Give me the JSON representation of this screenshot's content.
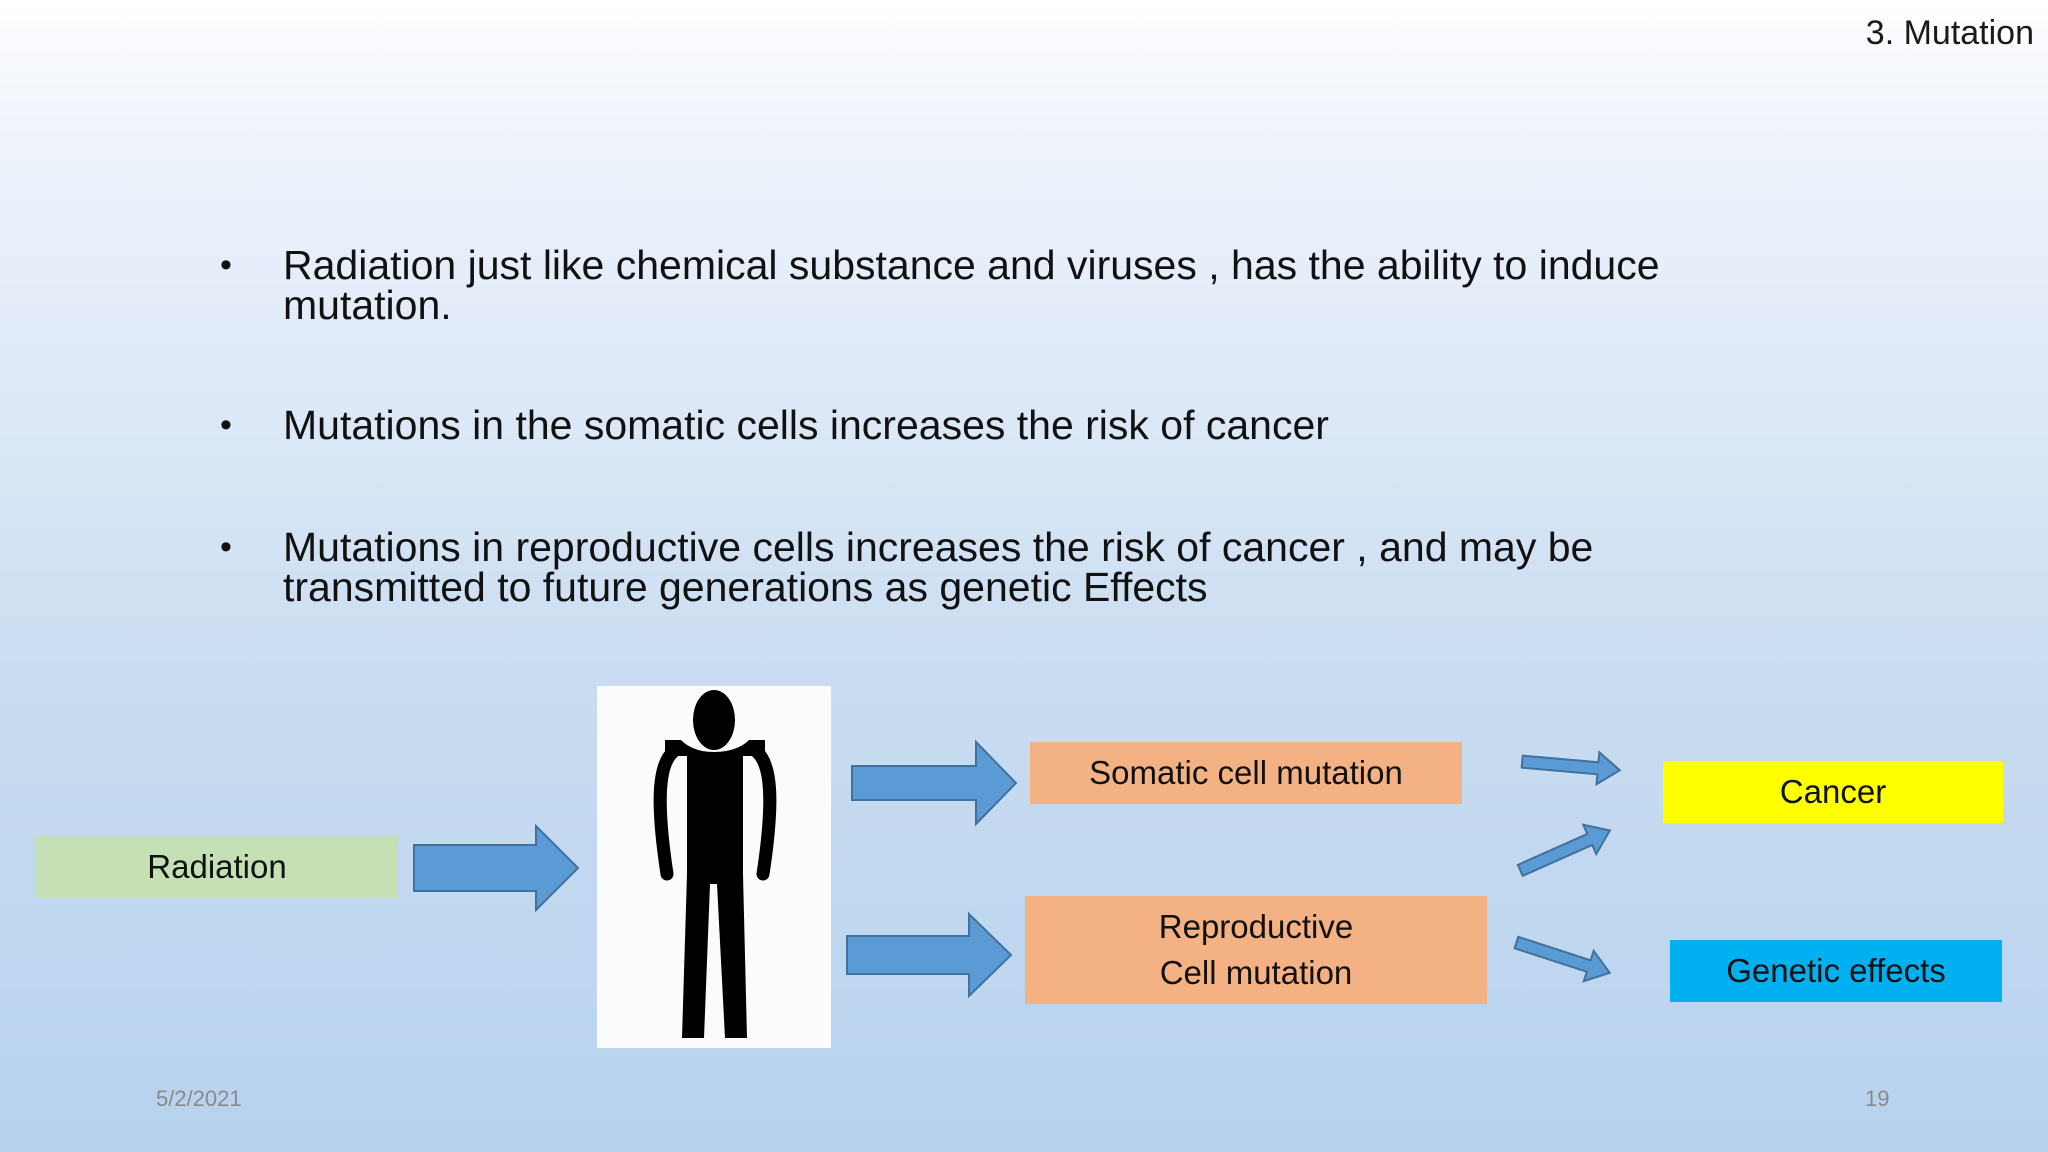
{
  "slide": {
    "section_label": "3. Mutation",
    "bullets": [
      {
        "line1": "Radiation  just like chemical substance and viruses , has the ability to induce",
        "line2": "mutation."
      },
      {
        "line1": "Mutations in the somatic cells increases the risk of cancer",
        "line2": ""
      },
      {
        "line1": "Mutations in reproductive cells increases the risk of cancer , and may be",
        "line2": "transmitted to future generations as genetic Effects"
      }
    ],
    "diagram": {
      "radiation": "Radiation",
      "somatic": "Somatic cell mutation",
      "reproductive_line1": "Reproductive",
      "reproductive_line2": "Cell mutation",
      "cancer": "Cancer",
      "genetic": "Genetic effects"
    },
    "footer": {
      "date": "5/2/2021",
      "page": "19"
    },
    "colors": {
      "arrow": "#5b9bd5",
      "radiation_box": "#c5e0b4",
      "mutation_box": "#f4b183",
      "cancer_box": "#ffff00",
      "genetic_box": "#00b0f0"
    }
  }
}
